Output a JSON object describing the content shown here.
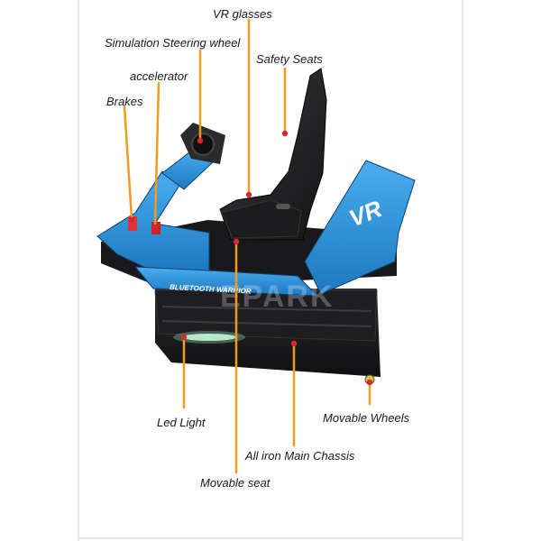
{
  "labels": {
    "vr_glasses": "VR glasses",
    "steering_wheel": "Simulation Steering wheel",
    "safety_seats": "Safety Seats",
    "accelerator": "accelerator",
    "brakes": "Brakes",
    "led_light": "Led Light",
    "movable_wheels": "Movable Wheels",
    "main_chassis": "All iron Main Chassis",
    "movable_seat": "Movable seat"
  },
  "machine": {
    "side_panel_text": "VR",
    "base_text": "BLUETOOTH WARRIOR",
    "watermark": "EPARK"
  },
  "colors": {
    "leader_line": "#f29a1e",
    "marker": "#d6282c",
    "body_blue": "#2a8fd6",
    "body_black": "#1b1b1d"
  }
}
